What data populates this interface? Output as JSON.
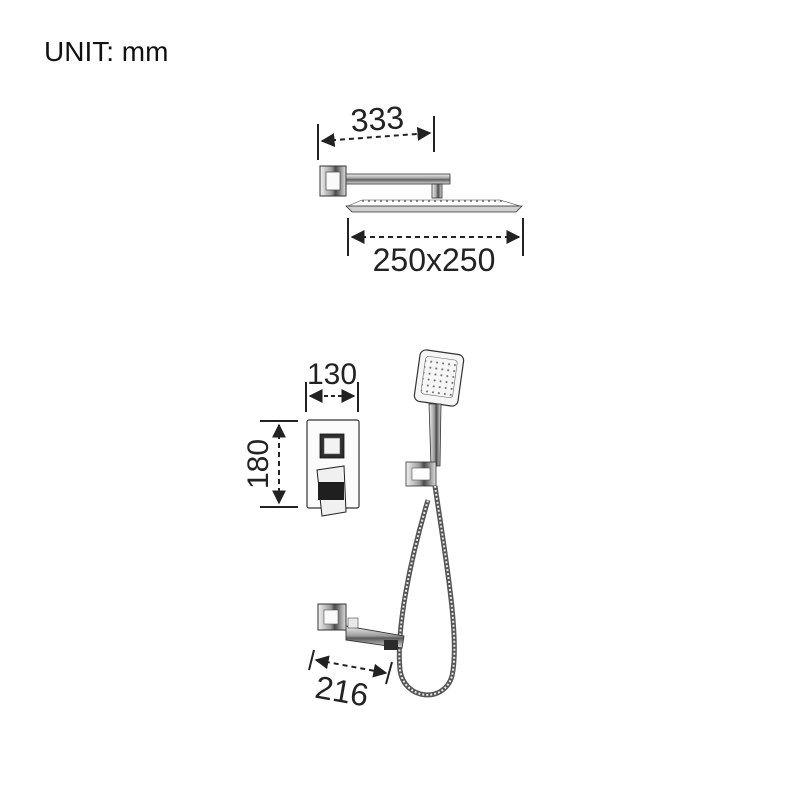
{
  "unit_label": "UNIT: mm",
  "dimensions": {
    "arm_length": "333",
    "rain_head_size": "250x250",
    "plate_width": "130",
    "plate_height": "180",
    "spout_length": "216"
  },
  "colors": {
    "line": "#222222",
    "chrome_dark": "#3a3a3a",
    "chrome_light": "#e6e6e6"
  }
}
